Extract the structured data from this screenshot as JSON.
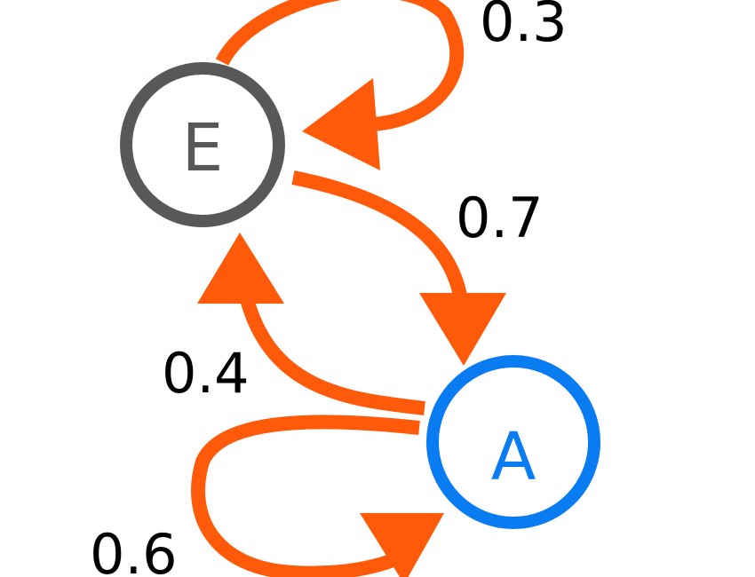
{
  "colors": {
    "edge": "#ff5a0a",
    "node_e": "#595757",
    "node_a": "#0a7cf2",
    "label_text": "#000000"
  },
  "nodes": {
    "e": {
      "label": "E"
    },
    "a": {
      "label": "A"
    }
  },
  "edges": {
    "e_to_e": {
      "label": "0.3"
    },
    "e_to_a": {
      "label": "0.7"
    },
    "a_to_e": {
      "label": "0.4"
    },
    "a_to_a": {
      "label": "0.6"
    }
  }
}
